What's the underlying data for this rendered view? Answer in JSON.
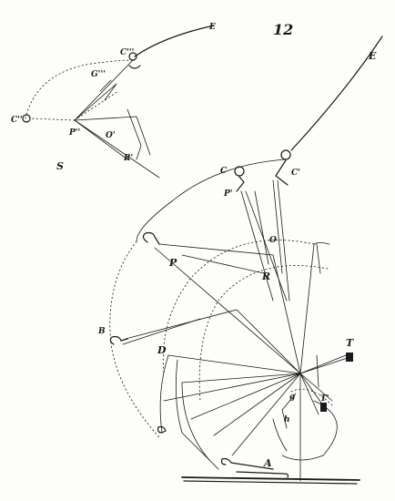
{
  "figure": {
    "number": "12"
  },
  "labels": {
    "E_upper": "E",
    "E_right": "E",
    "C3_upper": "C'''",
    "G3_upper": "G'''",
    "C2_upper": "C''",
    "P2_upper": "P''",
    "O_upper": "O'",
    "R_upper": "R'",
    "S": "S",
    "C": "C",
    "C1": "C'",
    "P1": "P'",
    "O": "O",
    "P": "P",
    "R": "R",
    "B": "B",
    "D": "D",
    "T": "T",
    "T1": "T'",
    "g": "g",
    "h": "h",
    "A": "A"
  },
  "colors": {
    "ink": "#1a1a1a",
    "paper": "#fdfdfb"
  }
}
